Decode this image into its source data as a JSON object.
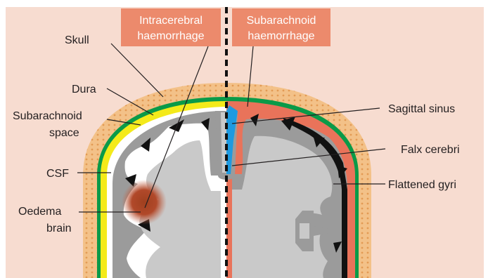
{
  "headers": {
    "left": [
      "Intracerebral",
      "haemorrhage"
    ],
    "right": [
      "Subarachnoid",
      "haemorrhage"
    ]
  },
  "labels": {
    "skull": "Skull",
    "dura": "Dura",
    "subarachnoid_space": [
      "Subarachnoid",
      "space"
    ],
    "csf": "CSF",
    "oedema_brain": [
      "Oedema",
      "brain"
    ],
    "sagittal_sinus": "Sagittal sinus",
    "falx_cerebri": "Falx cerebri",
    "flattened_gyri": "Flattened gyri"
  },
  "colors": {
    "background": "#f7dcd0",
    "skull": "#f3c188",
    "skull_dots": "#e39b55",
    "dura": "#0a9a48",
    "subarachnoid_yellow": "#f4ea1a",
    "haemorrhage_red": "#e9735a",
    "header_box": "#ec8a6c",
    "grey_matter": "#9b9b9b",
    "white_matter": "#c9c9c9",
    "sinus": "#1e9ae0",
    "haematoma": "#9a3a1c"
  }
}
